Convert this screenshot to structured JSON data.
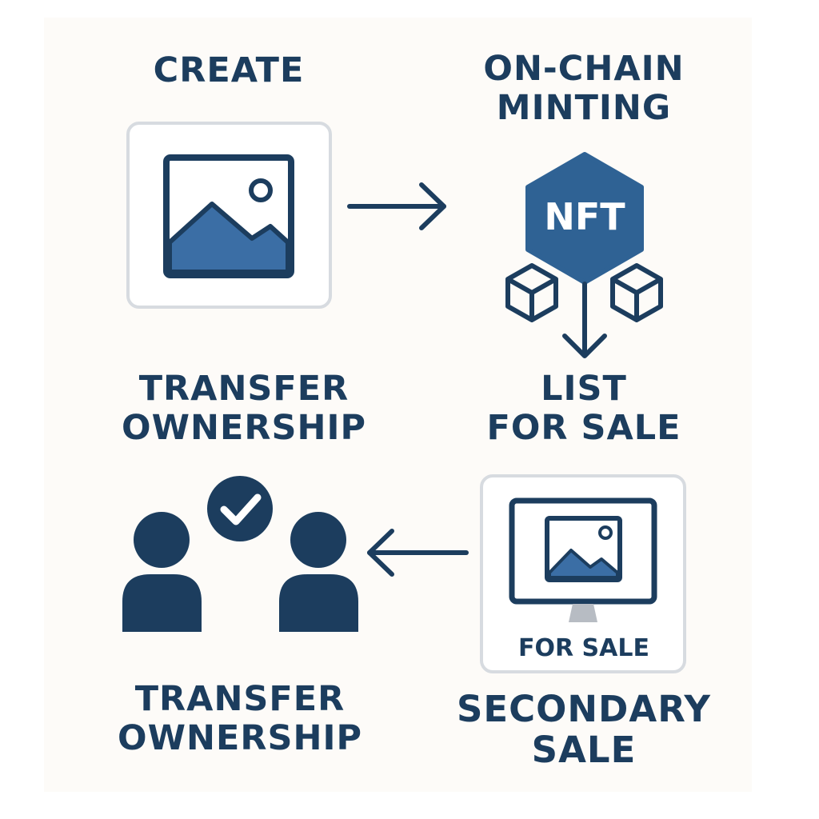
{
  "steps": {
    "create": {
      "title": "CREATE"
    },
    "minting": {
      "title_lines": [
        "ON-CHAIN",
        "MINTING"
      ],
      "badge": "NFT"
    },
    "list": {
      "title_lines": [
        "LIST",
        "FOR SALE"
      ]
    },
    "transfer_top": {
      "title_lines": [
        "TRANSFER",
        "OWNERSHIP"
      ]
    },
    "transfer_bottom": {
      "title_lines": [
        "TRANSFER",
        "OWNERSHIP"
      ]
    },
    "secondary": {
      "title_lines": [
        "SECONDARY",
        "SALE"
      ],
      "screen_caption": "FOR SALE"
    }
  },
  "colors": {
    "navy": "#1c3d5e",
    "blue": "#3b6ea5",
    "hex_blue": "#2f6294",
    "frame_gray": "#d7dbe0",
    "background": "#fdfbf8"
  },
  "icons": {
    "create": "image-icon",
    "minting": "nft-hexagon-icon",
    "blocks": "cube-icon",
    "secondary": "monitor-icon",
    "transfer": "users-check-icon"
  }
}
